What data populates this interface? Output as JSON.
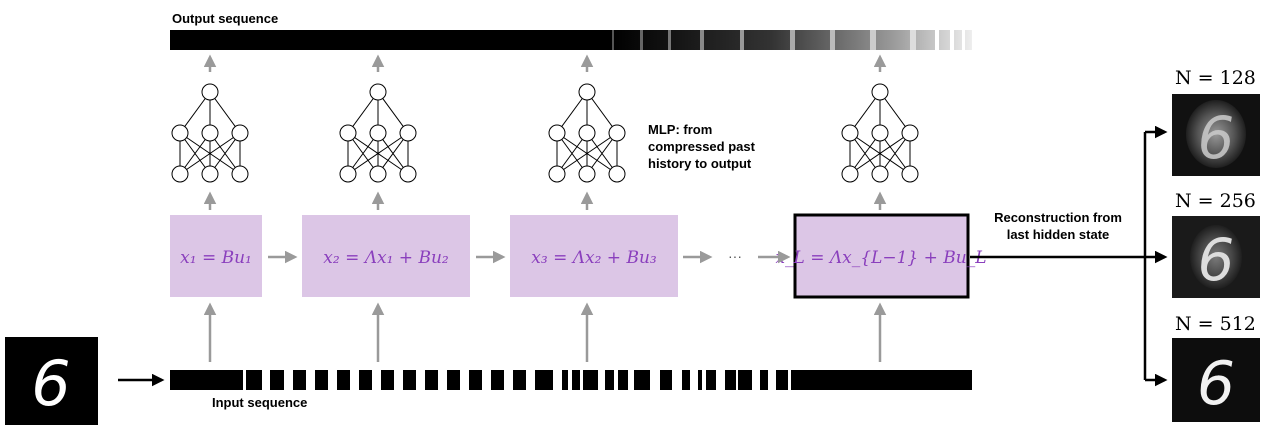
{
  "labels": {
    "output_sequence": "Output sequence",
    "input_sequence": "Input sequence",
    "mlp_line1": "MLP: from",
    "mlp_line2": "compressed past",
    "mlp_line3": "history to output",
    "recon_line1": "Reconstruction from",
    "recon_line2": "last hidden state",
    "ellipsis": "···"
  },
  "equations": [
    "x₁ = Bu₁",
    "x₂ = Λx₁ + Bu₂",
    "x₃ = Λx₂ + Bu₃",
    "x_L = Λx_{L−1} + Bu_L"
  ],
  "reconstructions": [
    {
      "label": "N = 128"
    },
    {
      "label": "N = 256"
    },
    {
      "label": "N = 512"
    }
  ],
  "input_digit": "6",
  "colors": {
    "state_box": "#dcc6e6",
    "equation_text": "#8a3fbd",
    "arrow_gray": "#9a9a9a"
  }
}
